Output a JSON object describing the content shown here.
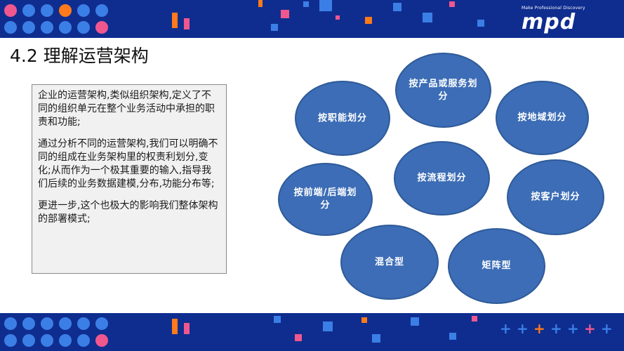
{
  "slide": {
    "title": "4.2 理解运营架构",
    "logo": {
      "tagline": "Make Professional Discovery",
      "wordmark": "mpd"
    }
  },
  "description": {
    "paragraphs": [
      "企业的运营架构,类似组织架构,定义了不同的组织单元在整个业务活动中承担的职责和功能;",
      "通过分析不同的运营架构,我们可以明确不同的组成在业务架构里的权责利划分,变化;从而作为一个极其重要的输入,指导我们后续的业务数据建模,分布,功能分布等;",
      "更进一步,这个也极大的影响我们整体架构的部署模式;"
    ]
  },
  "diagram": {
    "center": "按流程划分",
    "nodes": [
      "按产品或服务划分",
      "按地域划分",
      "按客户划分",
      "矩阵型",
      "混合型",
      "按前端/后端划分",
      "按职能划分"
    ]
  },
  "colors": {
    "banner": "#0f2d8f",
    "bubble_fill": "#3c6db6",
    "bubble_border": "#2f5a98",
    "textbox_bg": "#f1f1f1"
  }
}
